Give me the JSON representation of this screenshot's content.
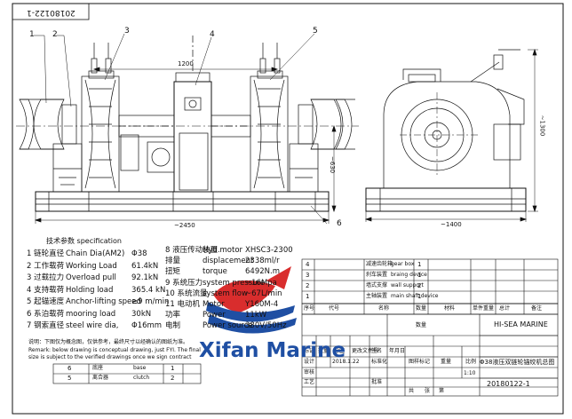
{
  "drawing_number_box": "20180122-1",
  "callouts": [
    "1",
    "2",
    "3",
    "4",
    "5",
    "6"
  ],
  "dims": {
    "d1200": "1200",
    "d2450": "~2450",
    "d1400": "~1400",
    "d1300": "~1300",
    "d630": "~630"
  },
  "spec_title": "技术参数    specification",
  "spec_left": [
    {
      "cn": "1 链轮直径",
      "en": "Chain Dia(AM2)",
      "val": "Φ38"
    },
    {
      "cn": "2 工作载荷",
      "en": "Working Load",
      "val": "61.4kN"
    },
    {
      "cn": "3 过载拉力",
      "en": "Overload pull",
      "val": "92.1kN"
    },
    {
      "cn": "4 支持载荷",
      "en": "Holding load",
      "val": "365.4 kN"
    },
    {
      "cn": "5 起锚速度",
      "en": "Anchor-lifting speed",
      "val": "≥9 m/min"
    },
    {
      "cn": "6 系泊载荷",
      "en": "mooring load",
      "val": "30kN"
    },
    {
      "cn": "7 钢索直径",
      "en": "steel wire dia,",
      "val": "Φ16mm"
    }
  ],
  "spec_right": [
    {
      "cn": "8 液压传动装置",
      "en": "Hyd.motor",
      "val": "XHSC3-2300"
    },
    {
      "cn": "排量",
      "en": "displacement",
      "val": "2338ml/r"
    },
    {
      "cn": "扭矩",
      "en": "torque",
      "val": "6492N.m"
    },
    {
      "cn": "9 系统压力",
      "en": "system pressure",
      "val": "~16Mpa"
    },
    {
      "cn": "10 系统流量",
      "en": "system flow",
      "val": "~67L/min"
    },
    {
      "cn": "11 电动机",
      "en": "Motor",
      "val": "Y160M-4"
    },
    {
      "cn": "功率",
      "en": "Power",
      "val": "11kW"
    },
    {
      "cn": "电制",
      "en": "Power source",
      "val": "380V/50Hz"
    }
  ],
  "remark_cn": "说明：下图仅为概念图，仅供参考，最终尺寸以经确认的图纸为准。",
  "remark_en1": "Remark: below drawing is conceptual drawing, just FYI. The final",
  "remark_en2": "size is subject to the verified drawings once we sign contract",
  "parts_top": [
    {
      "no": "4",
      "cn": "减速齿轮箱",
      "en": "gear box",
      "qty": "1"
    },
    {
      "no": "3",
      "cn": "刹车装置",
      "en": "braing device",
      "qty": "1"
    },
    {
      "no": "2",
      "cn": "墙式支撑",
      "en": "wall support",
      "qty": "2"
    },
    {
      "no": "1",
      "cn": "主轴装置",
      "en": "main shaft device",
      "qty": "1"
    }
  ],
  "parts_bottom": [
    {
      "no": "6",
      "cn": "底座",
      "en": "base",
      "qty": "1"
    },
    {
      "no": "5",
      "cn": "离合器",
      "en": "clutch",
      "qty": "2"
    }
  ],
  "parts_header": [
    "序号",
    "代号",
    "名称",
    "数量",
    "材料",
    "单件重量",
    "总计",
    "备注"
  ],
  "title_block": {
    "company": "HI-SEA MARINE",
    "title": "Φ38液压双链轮锚绞机总图",
    "drawing_no": "20180122-1",
    "scale": "1:10",
    "date": "2018.1.22",
    "labels": {
      "mark": "标记",
      "qty": "数量",
      "zone": "分区",
      "doc": "更改文件号",
      "sign": "签名",
      "date": "年月日",
      "design": "设计",
      "std": "标准化",
      "check": "审核",
      "process": "工艺",
      "approve": "批准",
      "stage": "图样标记",
      "weight": "重量",
      "ratio": "比例",
      "total": "共",
      "sheet": "张",
      "page": "第",
      "count": "数量"
    }
  },
  "watermark": "Xifan Marine",
  "colors": {
    "ink": "#111111",
    "logo_blue": "#1f4fa3",
    "logo_red": "#d92d2d"
  }
}
